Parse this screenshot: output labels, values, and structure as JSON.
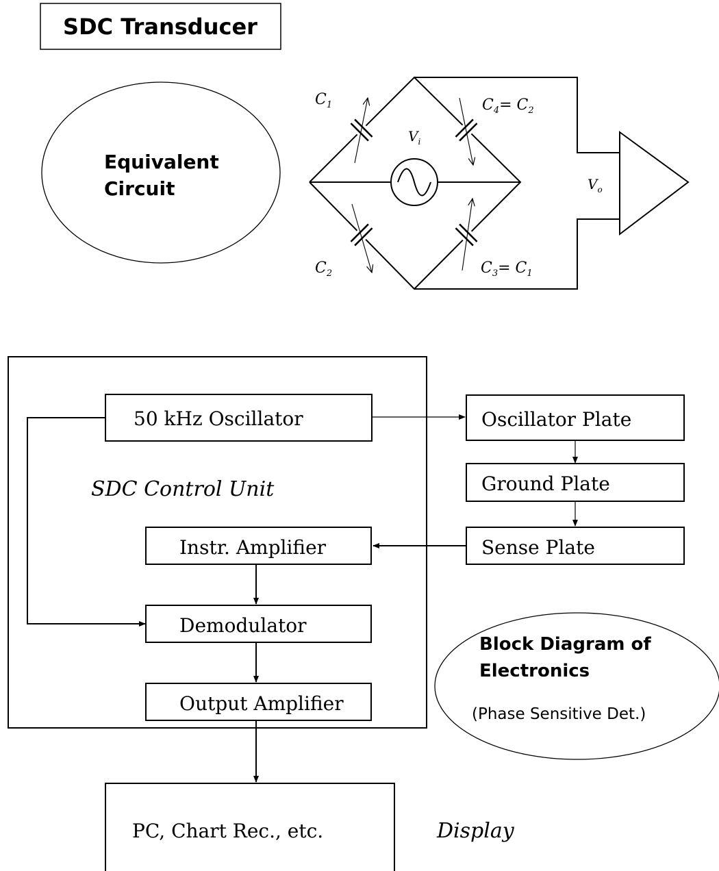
{
  "title": "SDC Transducer",
  "equivalent_circuit": {
    "ellipse_label_line1": "Equivalent",
    "ellipse_label_line2": "Circuit",
    "c1": "C",
    "c1_sub": "1",
    "c2": "C",
    "c2_sub": "2",
    "c4": "C",
    "c4_sub": "4",
    "c4_eq": "= C",
    "c4_eq_sub": "2",
    "c3": "C",
    "c3_sub": "3",
    "c3_eq": "= C",
    "c3_eq_sub": "1",
    "vi": "V",
    "vi_sub": "i",
    "vo": "V",
    "vo_sub": "o"
  },
  "block_diagram": {
    "oscillator": "50 kHz Oscillator",
    "control_unit": "SDC Control Unit",
    "instr_amp": "Instr. Amplifier",
    "demodulator": "Demodulator",
    "output_amp": "Output Amplifier",
    "oscillator_plate": "Oscillator Plate",
    "ground_plate": "Ground Plate",
    "sense_plate": "Sense Plate",
    "display_box": "PC, Chart Rec., etc.",
    "display_label": "Display",
    "ellipse_line1": "Block Diagram of",
    "ellipse_line2": "Electronics",
    "ellipse_line3": "(Phase Sensitive Det.)"
  }
}
